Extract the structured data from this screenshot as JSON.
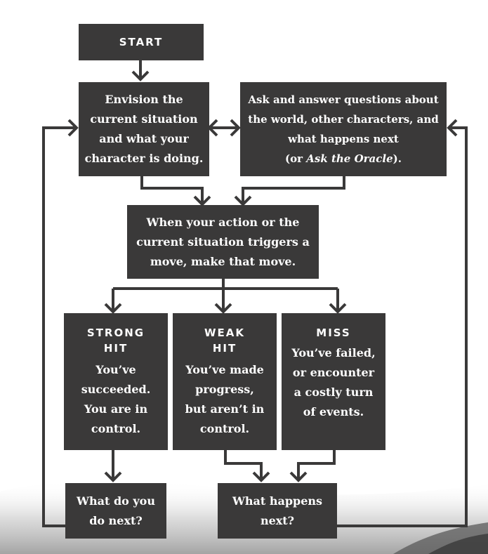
{
  "flowchart": {
    "start": "START",
    "envision": [
      "Envision the",
      "current situation",
      "and what your",
      "character is doing."
    ],
    "ask": {
      "lines": [
        "Ask and answer questions about",
        "the world, other characters, and",
        "what happens next"
      ],
      "last_prefix": "(or ",
      "last_italic": "Ask the Oracle",
      "last_suffix": ")."
    },
    "move": [
      "When your action or the",
      "current situation triggers a",
      "move, make that move."
    ],
    "strong_hit": {
      "heading": [
        "STRONG",
        "HIT"
      ],
      "body": [
        "You’ve",
        "succeeded.",
        "You are in",
        "control."
      ]
    },
    "weak_hit": {
      "heading": [
        "WEAK",
        "HIT"
      ],
      "body": [
        "You’ve made",
        "progress,",
        "but aren’t in",
        "control."
      ]
    },
    "miss": {
      "heading": [
        "MISS"
      ],
      "body": [
        "You’ve failed,",
        "or encounter",
        "a costly turn",
        "of events."
      ]
    },
    "what_do_you_do": [
      "What do you",
      "do next?"
    ],
    "what_happens": [
      "What happens",
      "next?"
    ]
  }
}
